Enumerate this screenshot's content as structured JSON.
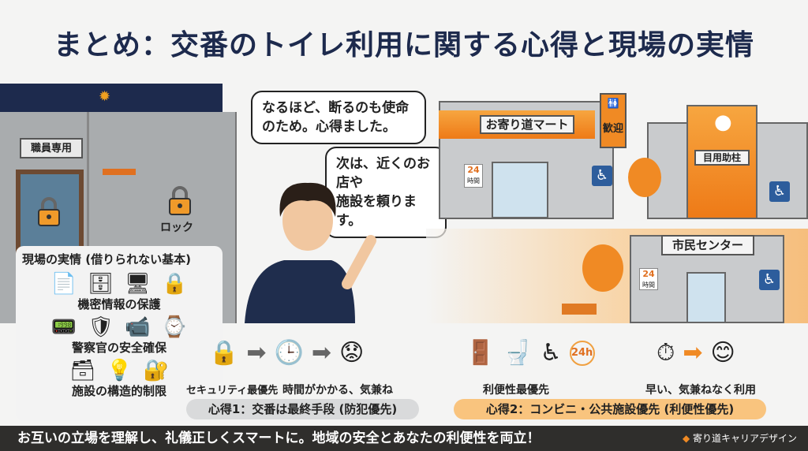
{
  "title": "まとめ：交番のトイレ利用に関する心得と現場の実情",
  "police_box": {
    "staff_sign": "職員専用",
    "lock_label": "ロック"
  },
  "reality_panel": {
    "heading": "現場の実情 (借りられない基本)",
    "items": [
      {
        "label": "機密情報の保護",
        "icons": [
          "documents-lock-icon",
          "server-icon",
          "computer-tower-icon",
          "padlock-icon"
        ]
      },
      {
        "label": "警察官の安全確保",
        "icons": [
          "radio-icon",
          "shield-check-icon",
          "security-camera-icon",
          "watch-icon"
        ]
      },
      {
        "label": "施設の構造的制限",
        "icons": [
          "desk-icon",
          "desk-lamp-icon",
          "locked-cabinet-icon"
        ]
      }
    ]
  },
  "speech": {
    "bubble1": [
      "なるほど、断るのも使命",
      "のため。心得ました。"
    ],
    "bubble2": [
      "次は、近くのお店や",
      "施設を頼ります。"
    ]
  },
  "buildings": {
    "store_name": "お寄り道マート",
    "welcome_sign": "歓迎",
    "hours_badge": [
      "24",
      "時間"
    ],
    "public_building": "目用助柱",
    "civic_center": "市民センター"
  },
  "tips": {
    "tip1": {
      "captions": [
        "セキュリティ最優先",
        "時間がかかる、気兼ね"
      ],
      "pill": "心得1：交番は最終手段 (防犯優先)"
    },
    "tip2": {
      "captions": [
        "利便性最優先",
        "早い、気兼ねなく利用"
      ],
      "pill": "心得2：コンビニ・公共施設優先 (利便性優先)",
      "badge": "24h"
    }
  },
  "footer": {
    "message": "お互いの立場を理解し、礼儀正しくスマートに。地域の安全とあなたの利便性を両立！",
    "brand": "寄り道キャリアデザイン"
  },
  "colors": {
    "navy": "#1d2a4d",
    "orange": "#f08a24",
    "footer": "#2f2e2c"
  }
}
